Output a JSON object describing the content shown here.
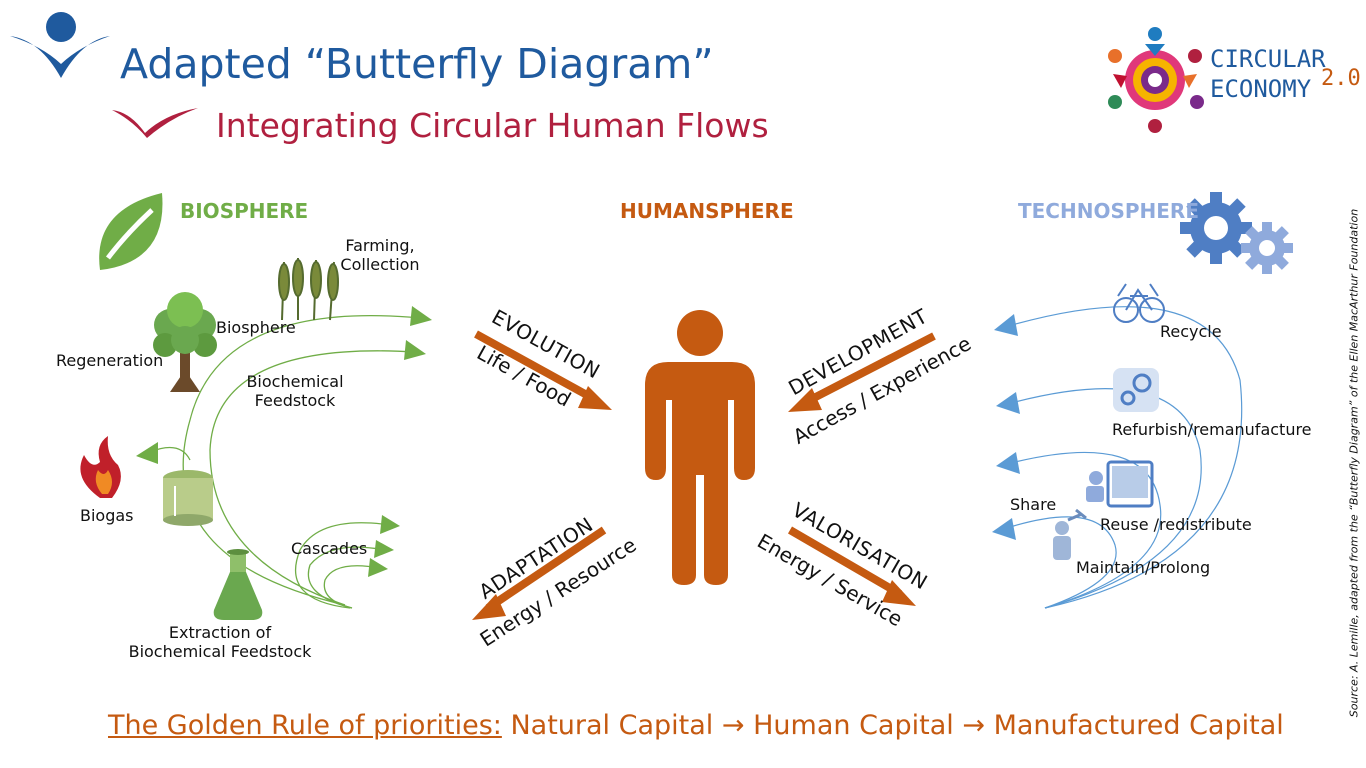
{
  "header": {
    "title": "Adapted “Butterfly Diagram”",
    "subtitle": "Integrating Circular Human Flows"
  },
  "logo": {
    "line1": "CIRCULAR",
    "line2": "ECONOMY",
    "version": "2.0"
  },
  "spheres": {
    "bio": "BIOSPHERE",
    "human": "HUMANSPHERE",
    "techno": "TECHNOSPHERE"
  },
  "bio_labels": {
    "farming": "Farming,",
    "collection": "Collection",
    "biosphere": "Biosphere",
    "regeneration": "Regeneration",
    "biochem1": "Biochemical",
    "biochem2": "Feedstock",
    "biogas": "Biogas",
    "cascades": "Cascades",
    "extraction1": "Extraction of",
    "extraction2": "Biochemical Feedstock"
  },
  "flows": {
    "evolution": "EVOLUTION",
    "life_food": "Life / Food",
    "development": "DEVELOPMENT",
    "access": "Access / Experience",
    "adaptation": "ADAPTATION",
    "energy_resource": "Energy / Resource",
    "valorisation": "VALORISATION",
    "energy_service": "Energy / Service"
  },
  "tech_labels": {
    "recycle": "Recycle",
    "refurbish": "Refurbish/remanufacture",
    "share": "Share",
    "reuse": "Reuse /redistribute",
    "maintain": "Maintain/Prolong"
  },
  "footer": {
    "rule": "The Golden Rule of priorities:",
    "natural": "Natural Capital",
    "arrow": "→",
    "human": "Human Capital",
    "manufactured": "Manufactured Capital"
  },
  "source": "Source: A. Lemille, adapted from the “Butterfly Diagram” of the Ellen MacArthur Foundation",
  "colors": {
    "title": "#1f5a9e",
    "subtitle": "#b0203f",
    "bio_green": "#70ad47",
    "human_orange": "#c55a11",
    "tech_blue": "#5b9bd5",
    "tech_label": "#8faadc"
  }
}
